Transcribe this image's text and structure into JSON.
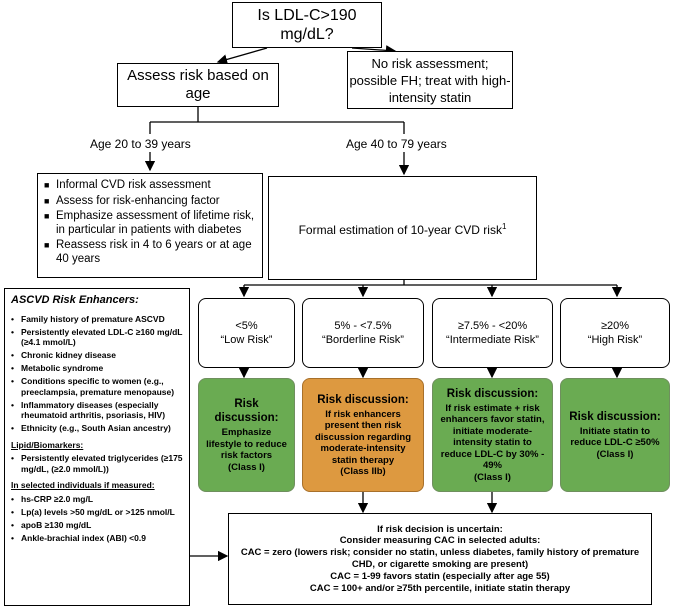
{
  "question": "Is LDL-C>190 mg/dL?",
  "assess_age": "Assess risk based on age",
  "fh": "No risk assessment; possible FH; treat with high-intensity statin",
  "age_young": "Age 20 to 39 years",
  "age_old": "Age 40 to 79 years",
  "young_items": [
    "Informal CVD risk assessment",
    "Assess for risk-enhancing factor",
    "Emphasize assessment of lifetime risk, in particular in patients with diabetes",
    "Reassess risk in 4 to 6 years or at age 40 years"
  ],
  "formal": "Formal estimation of 10-year CVD risk",
  "formal_sup": "1",
  "risk_levels": [
    {
      "pct": "<5%",
      "label": "“Low Risk”"
    },
    {
      "pct": "5% - <7.5%",
      "label": "“Borderline Risk”"
    },
    {
      "pct": "≥7.5% - <20%",
      "label": "“Intermediate Risk”"
    },
    {
      "pct": "≥20%",
      "label": "“High Risk”"
    }
  ],
  "discussions": [
    {
      "title": "Risk discussion:",
      "text": "Emphasize lifestyle to reduce risk factors",
      "cls": "(Class I)",
      "color": "#6aab52"
    },
    {
      "title": "Risk discussion:",
      "text": "If risk enhancers present then risk discussion regarding moderate-intensity statin therapy",
      "cls": "(Class IIb)",
      "color": "#dd9940"
    },
    {
      "title": "Risk discussion:",
      "text": "If risk estimate + risk enhancers favor statin, initiate moderate-intensity statin to reduce LDL-C by 30% - 49%",
      "cls": "(Class I)",
      "color": "#6aab52"
    },
    {
      "title": "Risk discussion:",
      "text": "Initiate statin to reduce LDL-C ≥50%",
      "cls": "(Class I)",
      "color": "#6aab52"
    }
  ],
  "enhancers": {
    "title": "ASCVD Risk Enhancers:",
    "items": [
      "Family history of premature ASCVD",
      "Persistently elevated LDL-C ≥160 mg/dL (≥4.1 mmol/L)",
      "Chronic kidney disease",
      "Metabolic syndrome",
      "Conditions specific to women (e.g., preeclampsia, premature menopause)",
      "Inflammatory diseases (especially rheumatoid arthritis, psoriasis, HIV)",
      "Ethnicity (e.g., South Asian ancestry)"
    ],
    "lipid_title": "Lipid/Biomarkers:",
    "lipid_items": [
      "Persistently elevated triglycerides (≥175 mg/dL, (≥2.0 mmol/L))"
    ],
    "selected_title": "In selected individuals if measured:",
    "selected_items": [
      "hs-CRP ≥2.0 mg/L",
      "Lp(a) levels >50 mg/dL or >125 nmol/L",
      "apoB ≥130 mg/dL",
      "Ankle-brachial index (ABI) <0.9"
    ]
  },
  "cac": {
    "l1": "If risk decision is uncertain:",
    "l2": "Consider measuring CAC in selected adults:",
    "l3": "CAC = zero (lowers risk; consider no statin, unless diabetes, family history of premature CHD, or cigarette smoking are present)",
    "l4": "CAC = 1-99 favors statin (especially after age 55)",
    "l5": "CAC = 100+ and/or ≥75th percentile, initiate statin therapy"
  }
}
